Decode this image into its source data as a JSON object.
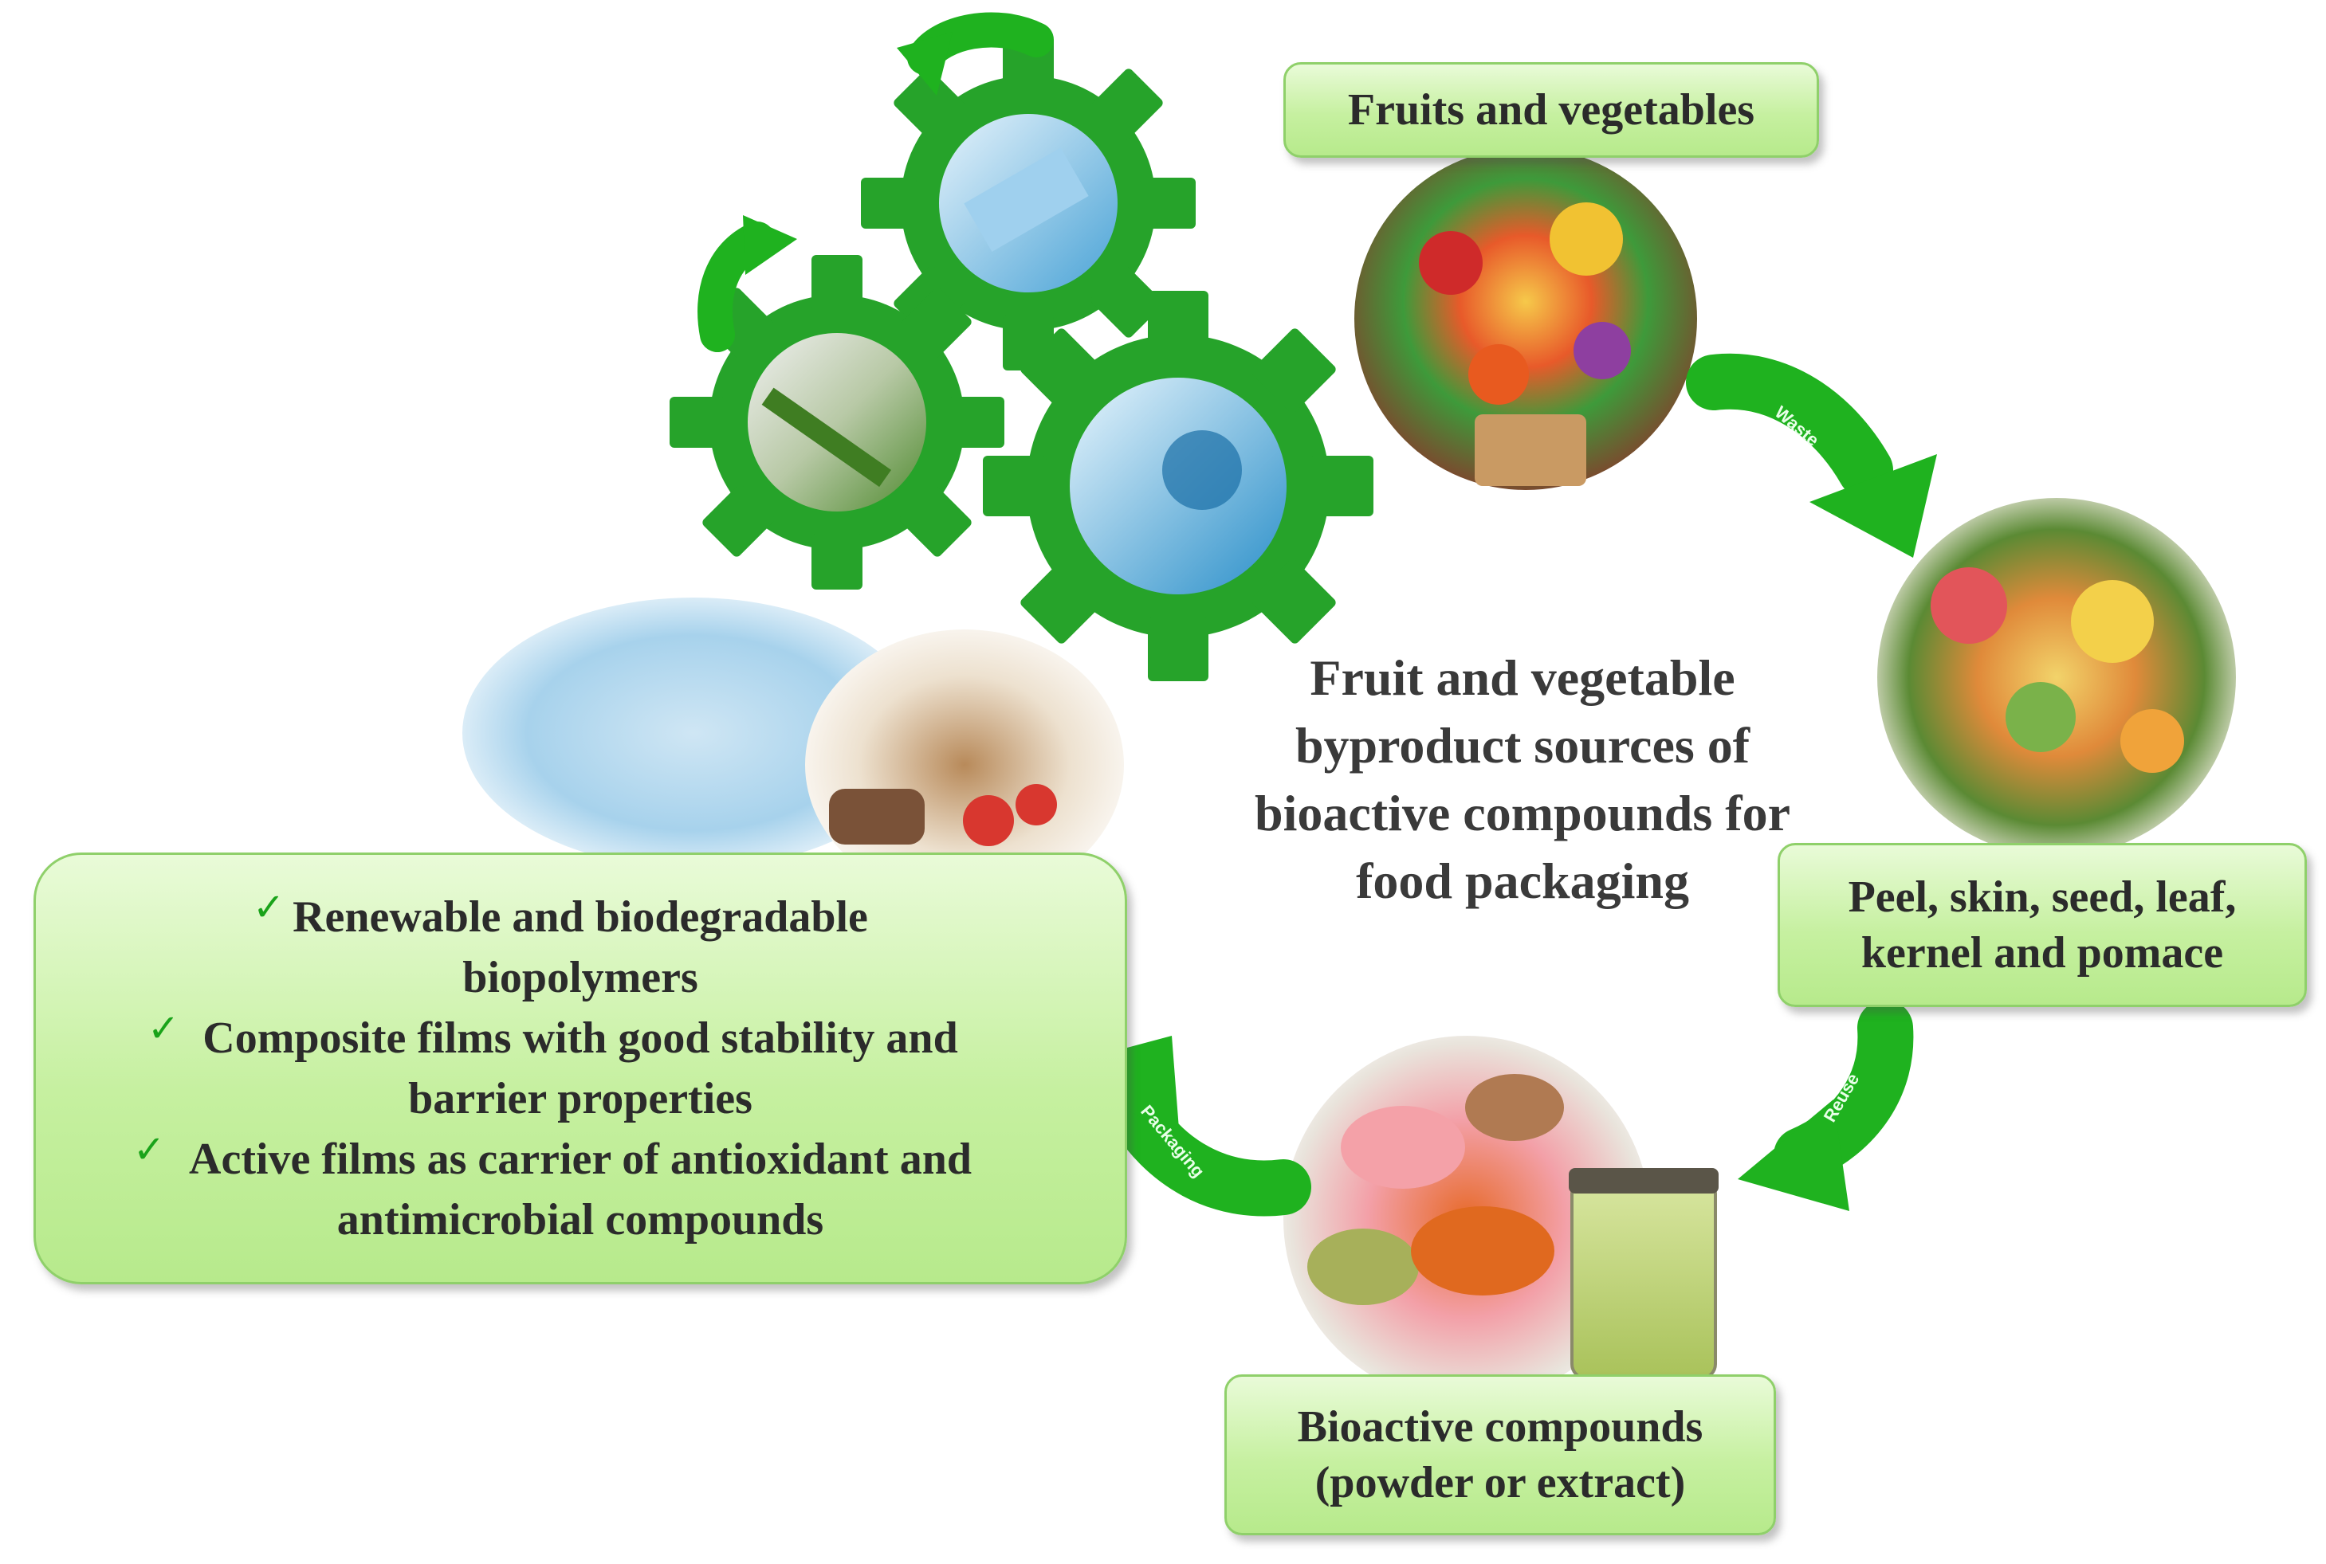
{
  "title_lines": [
    "Fruit and vegetable",
    "byproduct  sources of",
    "bioactive compounds for",
    "food packaging"
  ],
  "nodes": {
    "fruits": {
      "lines": [
        "Fruits and vegetables"
      ]
    },
    "byproducts": {
      "lines": [
        "Peel, skin, seed, leaf,",
        "kernel and pomace"
      ]
    },
    "bioactive": {
      "lines": [
        "Bioactive compounds",
        "(powder or extract)"
      ]
    }
  },
  "benefits": [
    {
      "lines": [
        "Renewable and biodegradable",
        "biopolymers"
      ]
    },
    {
      "lines": [
        "Composite films with good stability and",
        "barrier properties"
      ]
    },
    {
      "lines": [
        "Active films as carrier of antioxidant and",
        "antimicrobial compounds"
      ]
    }
  ],
  "check_mark": "✓",
  "arrows": {
    "waste": "Waste",
    "reuse": "Reuse",
    "packaging": "Packaging"
  },
  "colors": {
    "arrow_green": "#1fb21f",
    "gear_green": "#26a32a",
    "box_fill": "#c6f0a0",
    "box_border": "#8fd06a"
  }
}
